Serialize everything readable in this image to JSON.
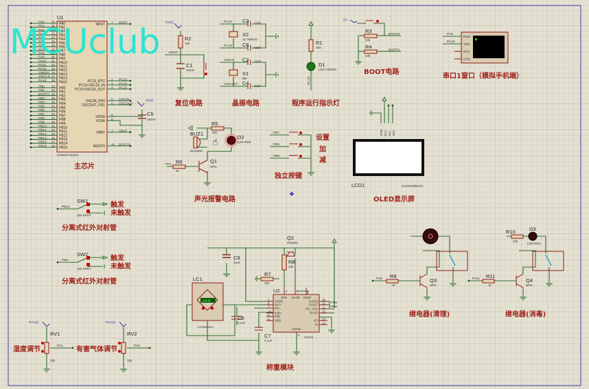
{
  "watermark": "MCUclub",
  "colors": {
    "wire": "#2f6b2f",
    "component": "#8b1a1a",
    "title": "#a0231b",
    "watermark": "#2ee3cf",
    "grid_bg": "#e4e1d2"
  },
  "main_chip": {
    "ref": "U1",
    "part": "STM32F103C8",
    "title": "主芯片",
    "left_pins": [
      {
        "name": "PA0",
        "num": "10",
        "net": "PA0"
      },
      {
        "name": "PA1",
        "num": "11",
        "net": "PA1"
      },
      {
        "name": "PA2",
        "num": "12",
        "net": "PA2"
      },
      {
        "name": "PA3",
        "num": "13",
        "net": "PA3"
      },
      {
        "name": "PA4",
        "num": "14",
        "net": "PA4"
      },
      {
        "name": "PA5",
        "num": "15",
        "net": "PA5"
      },
      {
        "name": "PA6",
        "num": "16",
        "net": "PA6"
      },
      {
        "name": "PA7",
        "num": "17",
        "net": "PA7"
      },
      {
        "name": "PA8",
        "num": "29",
        "net": "PA8"
      },
      {
        "name": "PA9",
        "num": "30",
        "net": "PA9"
      },
      {
        "name": "PA10",
        "num": "31",
        "net": "PA10"
      },
      {
        "name": "PA11",
        "num": "32",
        "net": "PA11"
      },
      {
        "name": "PA12",
        "num": "33",
        "net": "PA12"
      },
      {
        "name": "PA13",
        "num": "34",
        "net": "SWDIO"
      },
      {
        "name": "PA14",
        "num": "37",
        "net": "SWCLK"
      },
      {
        "name": "PA15",
        "num": "38",
        "net": "PA15"
      },
      {
        "name": "PB0",
        "num": "18",
        "net": "PB0"
      },
      {
        "name": "PB1",
        "num": "19",
        "net": "PB1"
      },
      {
        "name": "PB2",
        "num": "20",
        "net": "BOOT1"
      },
      {
        "name": "PB3",
        "num": "39",
        "net": "PB3"
      },
      {
        "name": "PB4",
        "num": "40",
        "net": "PB4"
      },
      {
        "name": "PB5",
        "num": "41",
        "net": "PB5"
      },
      {
        "name": "PB6",
        "num": "42",
        "net": "PB6"
      },
      {
        "name": "PB7",
        "num": "43",
        "net": "PB7"
      },
      {
        "name": "PB8",
        "num": "45",
        "net": "PB8"
      },
      {
        "name": "PB9",
        "num": "46",
        "net": "PB9"
      },
      {
        "name": "PB10",
        "num": "21",
        "net": "PB10"
      },
      {
        "name": "PB11",
        "num": "22",
        "net": "PB11"
      },
      {
        "name": "PB12",
        "num": "25",
        "net": "PB12"
      },
      {
        "name": "PB13",
        "num": "26",
        "net": "PB13"
      },
      {
        "name": "PB14",
        "num": "27",
        "net": "PB14"
      },
      {
        "name": "PB15",
        "num": "28",
        "net": "PB15"
      }
    ],
    "right_pins": [
      {
        "name": "NRST",
        "num": "7",
        "net": "NRST"
      },
      {
        "name": "PC13_RTC",
        "num": "2",
        "net": "PC13"
      },
      {
        "name": "PC14-OSC32_IN",
        "num": "3",
        "net": "PC14"
      },
      {
        "name": "PC15-OSC32_OUT",
        "num": "4",
        "net": "PC15"
      },
      {
        "name": "OSCIN_PD0",
        "num": "5",
        "net": "OSCIN"
      },
      {
        "name": "OSCOUT_PD1",
        "num": "6",
        "net": "OSCOUT"
      },
      {
        "name": "VDDA",
        "num": "9",
        "net": ""
      },
      {
        "name": "VSSA",
        "num": "8",
        "net": ""
      },
      {
        "name": "VBAT",
        "num": "1",
        "net": "VBAT"
      },
      {
        "name": "BOOT0",
        "num": "44",
        "net": "BOOT0"
      }
    ],
    "c5": {
      "ref": "C5",
      "value": "100nF",
      "probe": "C5(2)"
    }
  },
  "reset": {
    "title": "复位电路",
    "r2": {
      "ref": "R2",
      "value": "10k",
      "probe": "R2(2)"
    },
    "c1": {
      "ref": "C1",
      "value": "100nF"
    },
    "net": "NRST"
  },
  "crystal": {
    "title": "晶振电路",
    "c3": {
      "ref": "C3",
      "value": "12pF"
    },
    "c6": {
      "ref": "C6",
      "value": "12pF"
    },
    "x2": {
      "ref": "X2",
      "value": "32.768KHz"
    },
    "c2": {
      "ref": "C2",
      "value": "12pF"
    },
    "c4": {
      "ref": "C4",
      "value": "12pF"
    },
    "x1": {
      "ref": "X1",
      "value": "8M"
    },
    "nets": [
      "PC14",
      "PC15",
      "OSCIN",
      "OSCOUT"
    ]
  },
  "run_led": {
    "title": "程序运行指示灯",
    "r1": {
      "ref": "R1",
      "value": "300"
    },
    "d1": {
      "ref": "D1",
      "value": "LED-GREEN"
    },
    "net": "PC13"
  },
  "boot": {
    "title": "BOOT电路",
    "probe": "(1)",
    "r3": {
      "ref": "R3",
      "value": "10k",
      "net": "BOOT0"
    },
    "r4": {
      "ref": "R4",
      "value": "10k",
      "net": "BOOT1"
    }
  },
  "uart": {
    "title": "串口1窗口（模拟手机端）",
    "pins": [
      "RXD",
      "TXD",
      "RTS",
      "CTS"
    ],
    "nets": [
      "PA9",
      "PA10"
    ]
  },
  "oled": {
    "title": "OLED显示屏",
    "ref": "LCD1",
    "part": "OLED12864I2C",
    "pins": [
      "GND",
      "VCC",
      "SCL",
      "SDA"
    ]
  },
  "alarm": {
    "title": "声光报警电路",
    "buz": {
      "ref": "BUZ1",
      "value": "BUZZER"
    },
    "r5": {
      "ref": "R5",
      "value": "300"
    },
    "d2": {
      "ref": "D2",
      "value": "LED-RED"
    },
    "r6": {
      "ref": "R6",
      "value": "1k"
    },
    "q1": {
      "ref": "Q1",
      "value": "NPN"
    },
    "net": "PA7"
  },
  "keys": {
    "title": "独立按键",
    "nets": [
      "PB7",
      "PB8",
      "PB9"
    ],
    "labels": [
      "设置",
      "加",
      "减"
    ]
  },
  "ir": [
    {
      "ref": "SW1",
      "value": "SW-SPDT",
      "net": "PB12",
      "trigger": "触发",
      "untrigger": "未触发",
      "title": "分离式红外对射管"
    },
    {
      "ref": "SW2",
      "value": "SW-SPDT",
      "net": "PB4",
      "trigger": "触发",
      "untrigger": "未触发",
      "title": "分离式红外对射管"
    }
  ],
  "pots": [
    {
      "ref": "RV1",
      "value": "10k",
      "probe": "RV1(2)",
      "net": "PA1",
      "label": "湿度调节"
    },
    {
      "ref": "RV2",
      "value": "10k",
      "probe": "RV2(2)",
      "net": "PA0",
      "label": "有害气体调节"
    }
  ],
  "weigh": {
    "title": "称重模块",
    "lc": {
      "ref": "LC1",
      "value": "LOADCELL",
      "reading": "14.0"
    },
    "c9": {
      "ref": "C9",
      "value": "10uF"
    },
    "q2": {
      "ref": "Q2",
      "value": "2N4403"
    },
    "r8": {
      "ref": "R8",
      "value": "10k"
    },
    "r7": {
      "ref": "R7",
      "value": "10k"
    },
    "c8": {
      "ref": "C8",
      "value": "0.1uF"
    },
    "c7": {
      "ref": "C7",
      "value": "0.1uF"
    },
    "u2": {
      "ref": "U2",
      "part": "HX711",
      "left": [
        {
          "n": "AVDD",
          "p": "3"
        },
        {
          "n": "INA+",
          "p": "8"
        },
        {
          "n": "INA-",
          "p": "7"
        },
        {
          "n": "INB+",
          "p": "10"
        },
        {
          "n": "INB-",
          "p": "9"
        },
        {
          "n": "VBG",
          "p": "6"
        }
      ],
      "top": [
        {
          "n": "VFB",
          "p": "4"
        },
        {
          "n": "BASE",
          "p": "2"
        },
        {
          "n": "VSUP",
          "p": "1"
        }
      ],
      "right": [
        {
          "n": "DVDD",
          "p": "16"
        },
        {
          "n": "DOUT",
          "p": "12"
        },
        {
          "n": "PD_SCK",
          "p": "11"
        },
        {
          "n": "RATE",
          "p": "15"
        },
        {
          "n": "XO",
          "p": "13"
        },
        {
          "n": "XI",
          "p": "14"
        }
      ],
      "bottom": {
        "n": "AGND",
        "p": "5"
      }
    },
    "nets": [
      "PB6",
      "PB5"
    ]
  },
  "relays": [
    {
      "title": "继电器(清理)",
      "r": {
        "ref": "R9",
        "value": "1k"
      },
      "q": {
        "ref": "Q3",
        "value": "NPN"
      },
      "net": "PA8"
    },
    {
      "title": "继电器(消毒)",
      "r": {
        "ref": "R11",
        "value": "1k"
      },
      "q": {
        "ref": "Q4",
        "value": "NPN"
      },
      "net": "PA11",
      "r10": {
        "ref": "R10",
        "value": "300"
      },
      "d3": {
        "ref": "D3",
        "value": "LED-RED"
      }
    }
  ]
}
